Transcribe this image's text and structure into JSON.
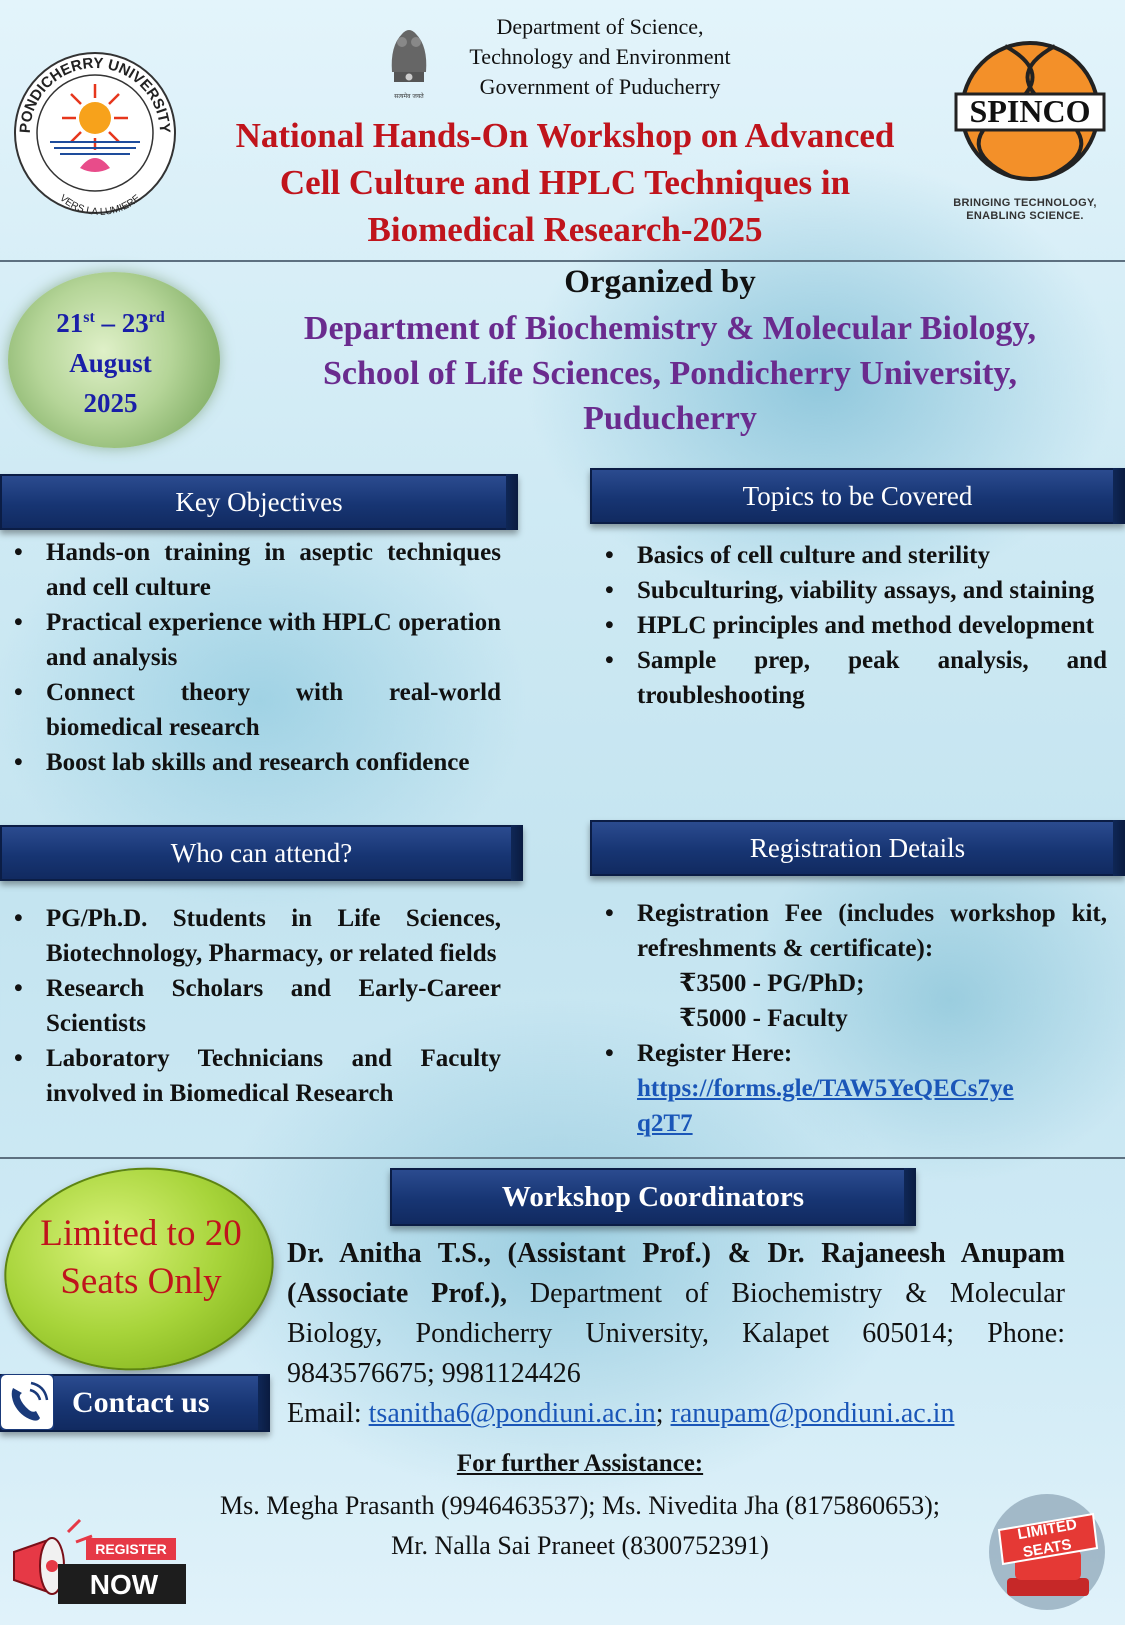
{
  "header": {
    "dept_lines": [
      "Department of Science,",
      "Technology and Environment",
      "Government of Puducherry"
    ],
    "emblem_motto": "सत्यमेव जयते",
    "title_lines": [
      "National Hands-On Workshop on Advanced",
      "Cell Culture and HPLC Techniques in",
      "Biomedical Research-2025"
    ],
    "pu_logo_top": "PONDICHERRY UNIVERSITY",
    "pu_logo_bottom": "VERS LA LUMIERE",
    "spinco_logo": "SPINCO",
    "spinco_tagline_1": "BRINGING TECHNOLOGY,",
    "spinco_tagline_2": "ENABLING SCIENCE."
  },
  "event": {
    "date_start": "21",
    "date_start_sup": "st",
    "date_sep": " – ",
    "date_end": "23",
    "date_end_sup": "rd",
    "month": "August",
    "year": "2025",
    "organized_by_label": "Organized by",
    "organizer_lines": [
      "Department of Biochemistry & Molecular Biology,",
      "School of Life Sciences, Pondicherry University,",
      "Puducherry"
    ]
  },
  "objectives": {
    "heading": "Key Objectives",
    "items": [
      "Hands-on training in aseptic techniques and cell culture",
      "Practical experience with HPLC operation and analysis",
      "Connect theory with real-world biomedical research",
      "Boost lab skills and research confidence"
    ]
  },
  "topics": {
    "heading": "Topics to be Covered",
    "items": [
      "Basics of cell culture and sterility",
      "Subculturing, viability assays, and staining",
      "HPLC principles and method development",
      "Sample prep, peak analysis, and troubleshooting"
    ]
  },
  "attend": {
    "heading": "Who can attend?",
    "items": [
      "PG/Ph.D. Students in Life Sciences, Biotechnology, Pharmacy, or related fields",
      "Research Scholars and Early-Career Scientists",
      "Laboratory Technicians and Faculty involved in Biomedical Research"
    ]
  },
  "registration": {
    "heading": "Registration Details",
    "fee_text": "Registration Fee (includes workshop kit, refreshments & certificate):",
    "fee_pg": "₹3500 - PG/PhD;",
    "fee_faculty": "₹5000 - Faculty",
    "register_label": "Register Here:",
    "register_link_1": "https://forms.gle/TAW5YeQECs7ye",
    "register_link_2": "q2T7"
  },
  "seats": {
    "line1": "Limited to 20",
    "line2": "Seats Only"
  },
  "contact": {
    "label": "Contact us"
  },
  "coordinators": {
    "heading": "Workshop Coordinators",
    "names": "Dr. Anitha T.S., (Assistant Prof.) & Dr. Rajaneesh Anupam (Associate Prof.),",
    "address": " Department of Biochemistry & Molecular Biology, Pondicherry University, Kalapet 605014; Phone: 9843576675; 9981124426",
    "email_label": "Email: ",
    "email1": "tsanitha6@pondiuni.ac.in",
    "email_sep": "; ",
    "email2": "ranupam@pondiuni.ac.in"
  },
  "assistance": {
    "heading": "For further Assistance:",
    "line1": "Ms. Megha Prasanth (9946463537); Ms. Nivedita Jha (8175860653);",
    "line2": "Mr. Nalla Sai Praneet (8300752391)"
  },
  "badges": {
    "register_top": "REGISTER",
    "register_bottom": "NOW",
    "limited_top": "LIMITED",
    "limited_bottom": "SEATS"
  },
  "colors": {
    "title_red": "#c0141c",
    "organizer_purple": "#6a2b8e",
    "banner_navy": "#173573",
    "date_blue": "#1a1fa8"
  }
}
